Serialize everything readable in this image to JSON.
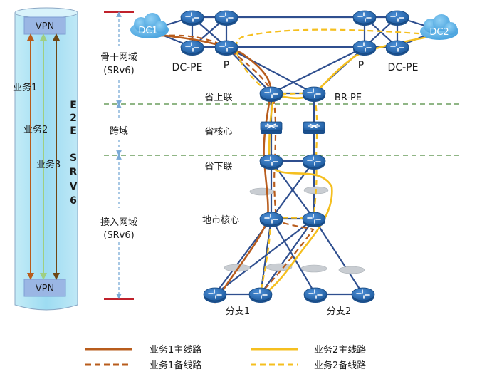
{
  "left_panel": {
    "vpn_top": "VPN",
    "vpn_bottom": "VPN",
    "service_labels": [
      "业务1",
      "业务2",
      "业务3"
    ],
    "e2e_chars": [
      "E",
      "2",
      "E",
      "S",
      "R",
      "V",
      "6"
    ]
  },
  "domains": {
    "backbone": "骨干网域",
    "backbone_sub": "(SRv6)",
    "cross": "跨域",
    "access": "接入网域",
    "access_sub": "(SRv6)"
  },
  "nodes": {
    "dc1": "DC1",
    "dc2": "DC2",
    "dc_pe_left": "DC-PE",
    "p_left": "P",
    "p_right": "P",
    "dc_pe_right": "DC-PE",
    "prov_up": "省上联",
    "br_pe": "BR-PE",
    "prov_core": "省核心",
    "prov_down": "省下联",
    "city_core": "地市核心",
    "branch1": "分支1",
    "branch2": "分支2"
  },
  "legend": {
    "svc1_main": "业务1主线路",
    "svc1_backup": "业务1备线路",
    "svc2_main": "业务2主线路",
    "svc2_backup": "业务2备线路"
  },
  "colors": {
    "svc1": "#b85c1c",
    "svc2": "#f5bf1f",
    "svc3": "#7a4a12",
    "green_arrow": "#b5d99c",
    "router": "#2f6fb6",
    "link": "#2f4f8f",
    "cloud": "#5bb0e6"
  }
}
